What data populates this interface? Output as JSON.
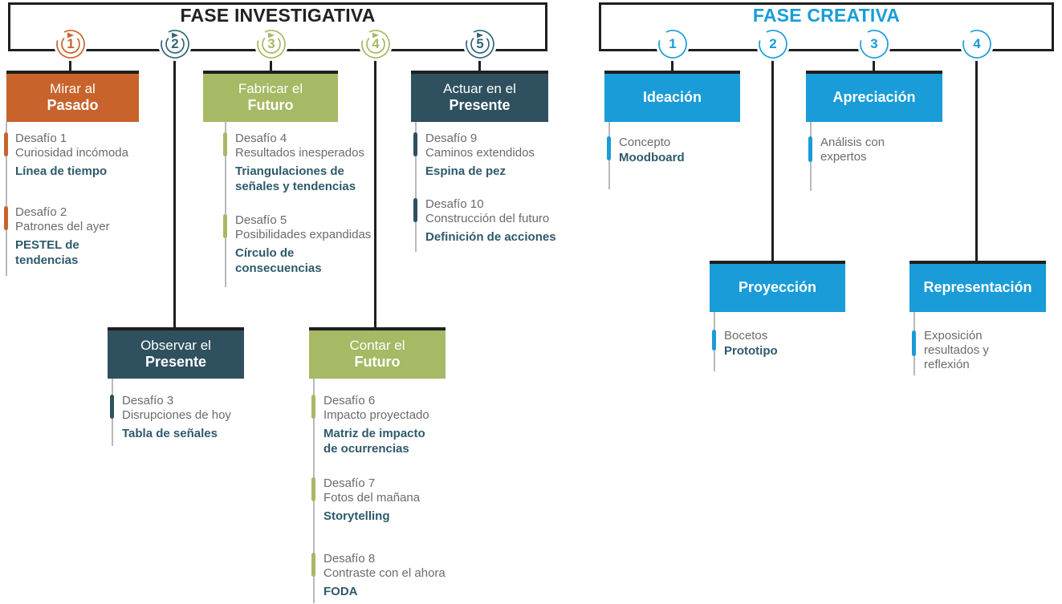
{
  "colors": {
    "orange": "#C8632C",
    "olive_green": "#A6B964",
    "dark_teal": "#2F505E",
    "blue": "#199CD8",
    "circle_teal": "#336679",
    "investigativa_title": "#231F20",
    "creativa_title": "#199CD8",
    "item_text_gray": "#6A6B6E",
    "tool_text_teal": "#2E5A6C",
    "connector_black": "#1F1F1F",
    "item_line_gray": "#B8B9BB"
  },
  "phases": {
    "investigativa": {
      "title": "FASE INVESTIGATIVA",
      "steps": [
        {
          "n": "1",
          "color": "#C8632C"
        },
        {
          "n": "2",
          "color": "#336679"
        },
        {
          "n": "3",
          "color": "#A6B964"
        },
        {
          "n": "4",
          "color": "#A6B964"
        },
        {
          "n": "5",
          "color": "#336679"
        }
      ]
    },
    "creativa": {
      "title": "FASE CREATIVA",
      "steps": [
        {
          "n": "1",
          "color": "#199CD8"
        },
        {
          "n": "2",
          "color": "#199CD8"
        },
        {
          "n": "3",
          "color": "#199CD8"
        },
        {
          "n": "4",
          "color": "#199CD8"
        }
      ]
    }
  },
  "columns": [
    {
      "id": "mirar-al-pasado",
      "phase": "investigativa",
      "step": "1",
      "title_line1": "Mirar al",
      "title_line2": "Pasado",
      "color": "#C8632C",
      "items": [
        {
          "label": "Desafío 1",
          "desc": "Curiosidad incómoda",
          "tool": "Línea de tiempo"
        },
        {
          "label": "Desafío 2",
          "desc": "Patrones del ayer",
          "tool": "PESTEL de tendencias"
        }
      ]
    },
    {
      "id": "fabricar-el-futuro",
      "phase": "investigativa",
      "step": "3",
      "title_line1": "Fabricar el",
      "title_line2": "Futuro",
      "color": "#A6B964",
      "items": [
        {
          "label": "Desafío 4",
          "desc": "Resultados inesperados",
          "tool": "Triangulaciones de señales y tendencias"
        },
        {
          "label": "Desafío 5",
          "desc": "Posibilidades expandidas",
          "tool": "Círculo de consecuencias"
        }
      ]
    },
    {
      "id": "actuar-en-el-presente",
      "phase": "investigativa",
      "step": "5",
      "title_line1": "Actuar en el",
      "title_line2": "Presente",
      "color": "#2F505E",
      "items": [
        {
          "label": "Desafío 9",
          "desc": "Caminos extendidos",
          "tool": "Espina de pez"
        },
        {
          "label": "Desafío 10",
          "desc": "Construcción del futuro",
          "tool": "Definición de acciones"
        }
      ]
    },
    {
      "id": "observar-el-presente",
      "phase": "investigativa",
      "step": "2",
      "title_line1": "Observar el",
      "title_line2": "Presente",
      "color": "#2F505E",
      "items": [
        {
          "label": "Desafío 3",
          "desc": "Disrupciones de hoy",
          "tool": "Tabla de señales"
        }
      ]
    },
    {
      "id": "contar-el-futuro",
      "phase": "investigativa",
      "step": "4",
      "title_line1": "Contar el",
      "title_line2": "Futuro",
      "color": "#A6B964",
      "items": [
        {
          "label": "Desafío 6",
          "desc": "Impacto proyectado",
          "tool": "Matriz de impacto de ocurrencias"
        },
        {
          "label": "Desafío 7",
          "desc": "Fotos del mañana",
          "tool": "Storytelling"
        },
        {
          "label": "Desafío 8",
          "desc": "Contraste con el ahora",
          "tool": "FODA"
        }
      ]
    },
    {
      "id": "ideacion",
      "phase": "creativa",
      "step": "1",
      "title": "Ideación",
      "color": "#199CD8",
      "items": [
        {
          "desc": "Concepto",
          "tool": "Moodboard"
        }
      ]
    },
    {
      "id": "apreciacion",
      "phase": "creativa",
      "step": "3",
      "title": "Apreciación",
      "color": "#199CD8",
      "items": [
        {
          "desc": "Análisis con expertos"
        }
      ]
    },
    {
      "id": "proyeccion",
      "phase": "creativa",
      "step": "2",
      "title": "Proyección",
      "color": "#199CD8",
      "items": [
        {
          "desc": "Bocetos",
          "tool": "Prototipo"
        }
      ]
    },
    {
      "id": "representacion",
      "phase": "creativa",
      "step": "4",
      "title": "Representación",
      "color": "#199CD8",
      "items": [
        {
          "desc": "Exposición resultados y reflexión"
        }
      ]
    }
  ]
}
